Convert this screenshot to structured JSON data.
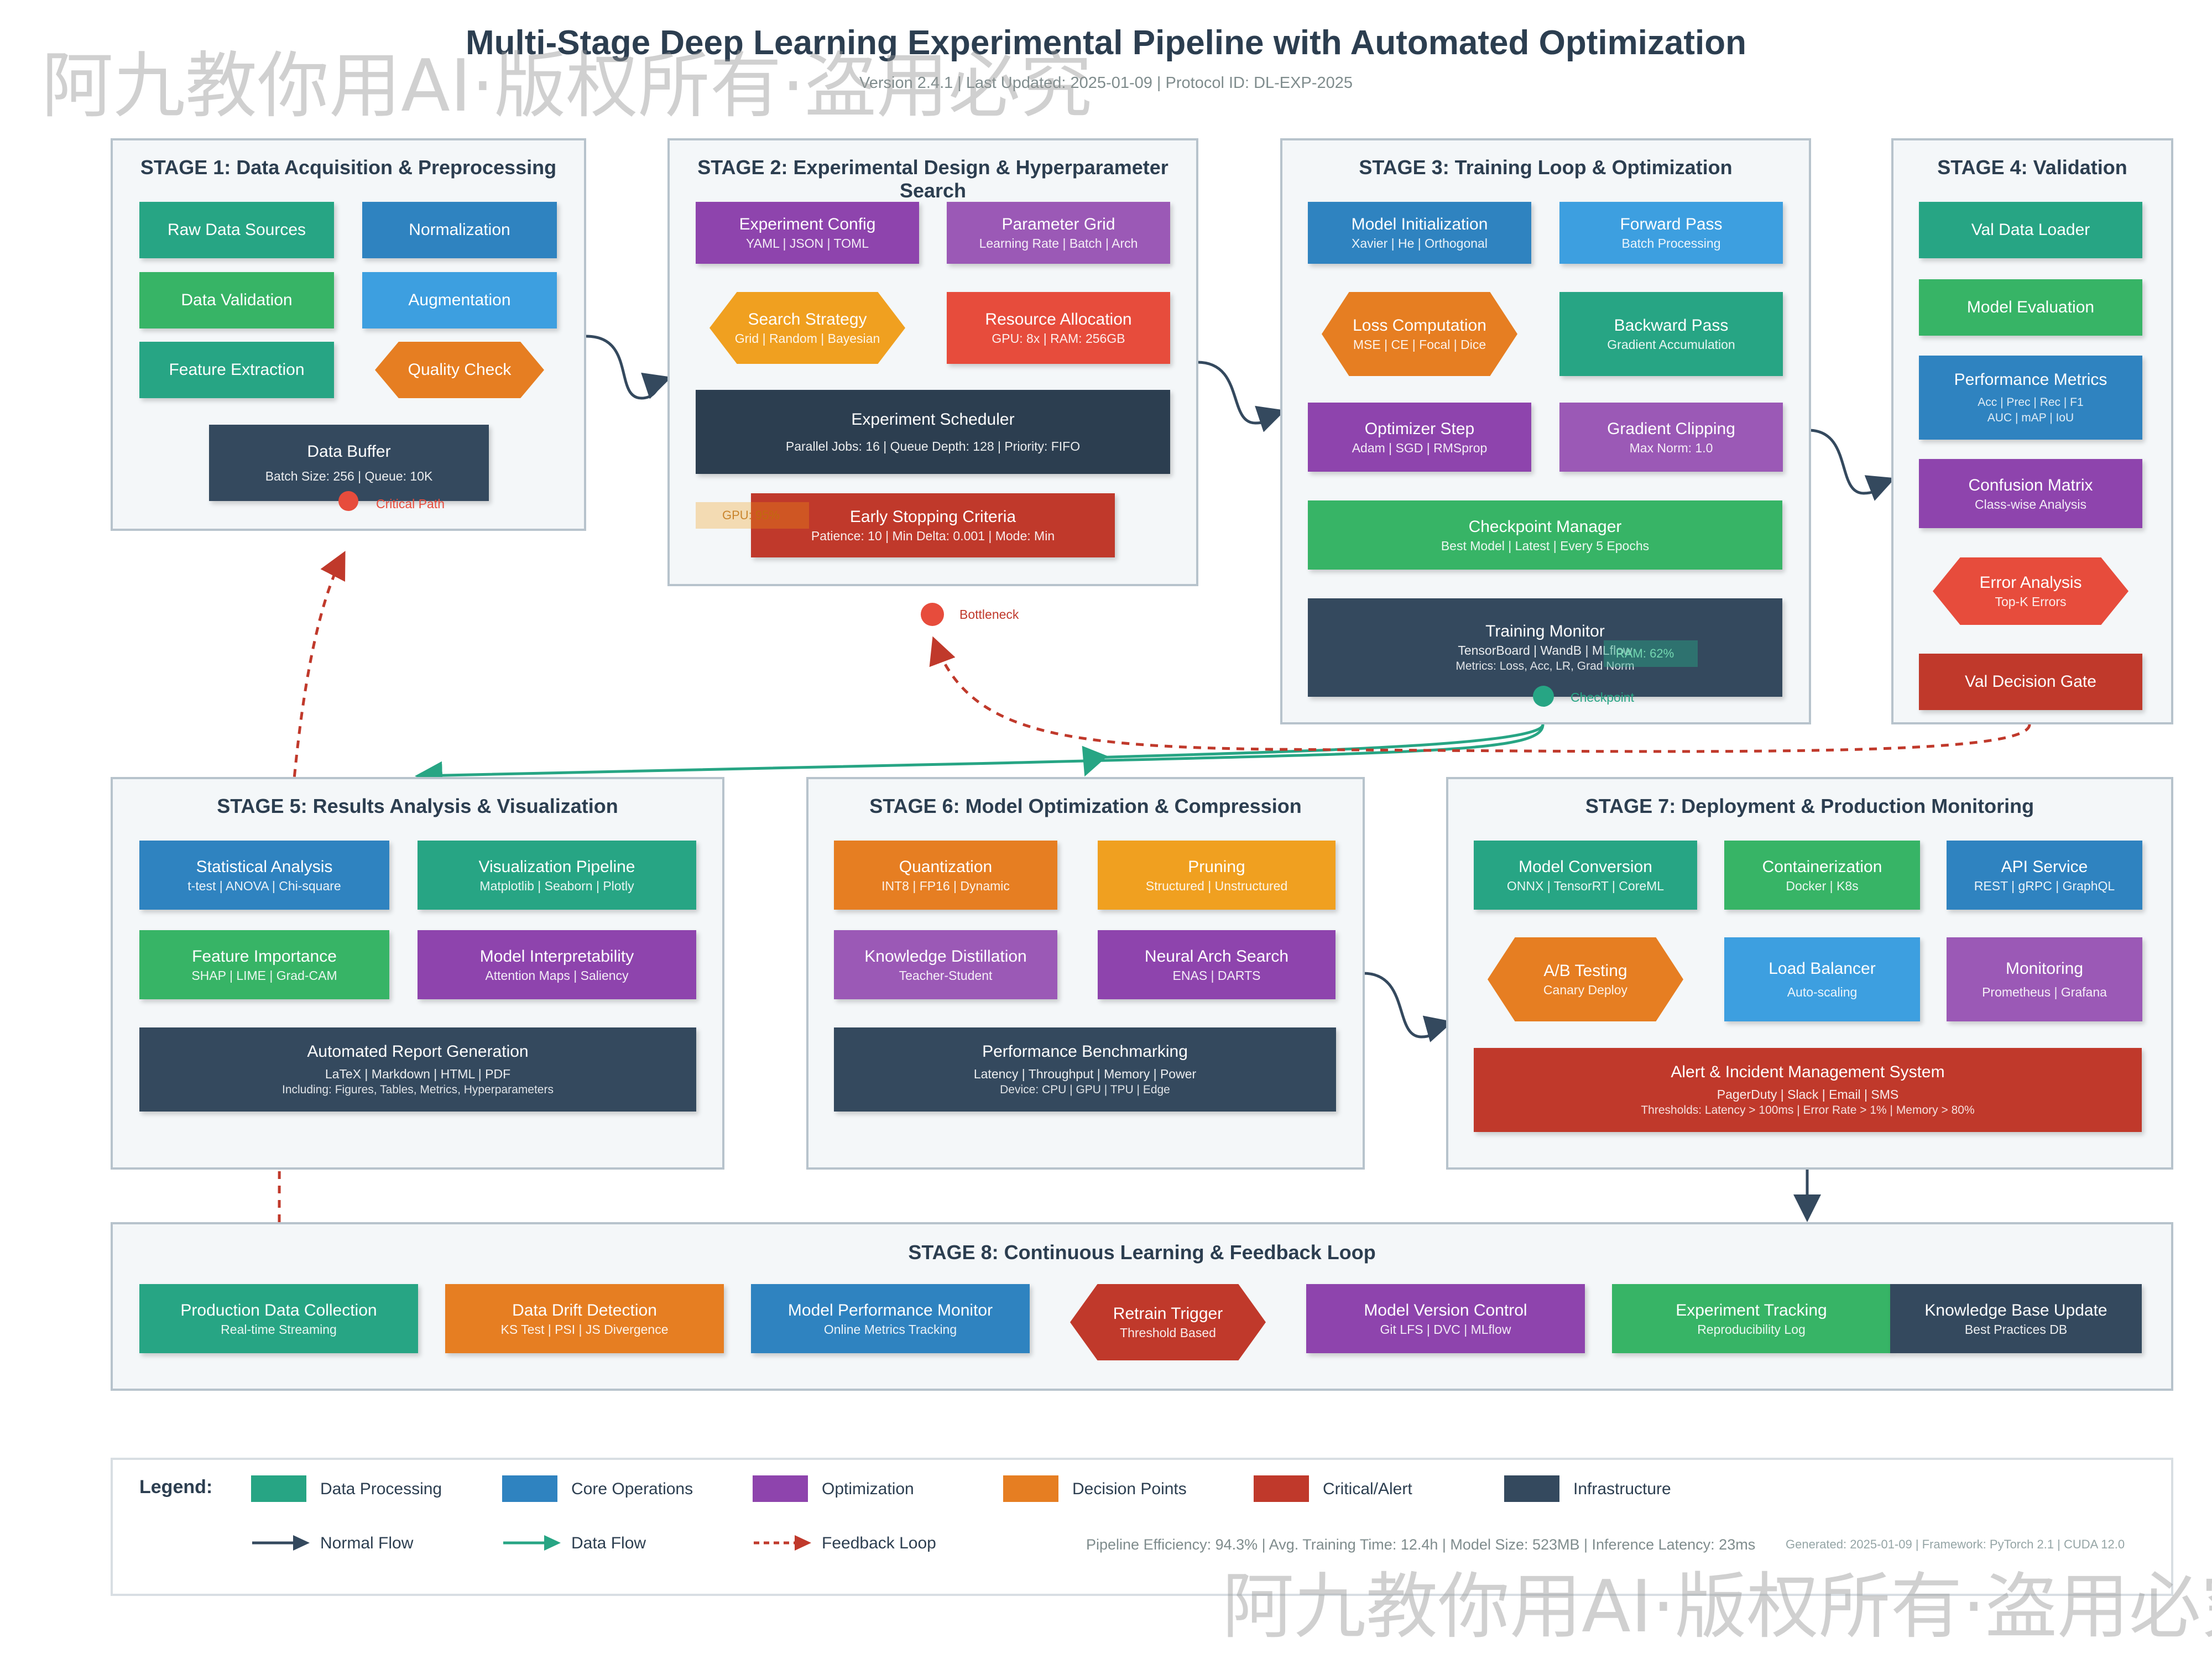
{
  "header": {
    "title": "Multi-Stage Deep Learning Experimental Pipeline with Automated Optimization",
    "subtitle": "Version 2.4.1 | Last Updated: 2025-01-09 | Protocol ID: DL-EXP-2025"
  },
  "watermark": "阿九教你用AI·版权所有·盗用必究",
  "stage1": {
    "title": "STAGE 1: Data Acquisition & Preprocessing",
    "raw": "Raw Data Sources",
    "norm": "Normalization",
    "valid": "Data Validation",
    "aug": "Augmentation",
    "feat": "Feature Extraction",
    "quality": "Quality Check",
    "buffer_t": "Data Buffer",
    "buffer_s": "Batch Size: 256 | Queue: 10K",
    "critical": "Critical Path"
  },
  "stage2": {
    "title": "STAGE 2: Experimental Design & Hyperparameter Search",
    "config_t": "Experiment Config",
    "config_s": "YAML | JSON | TOML",
    "grid_t": "Parameter Grid",
    "grid_s": "Learning Rate | Batch | Arch",
    "search_t": "Search Strategy",
    "search_s": "Grid | Random | Bayesian",
    "res_t": "Resource Allocation",
    "res_s": "GPU: 8x | RAM: 256GB",
    "sched_t": "Experiment Scheduler",
    "sched_s": "Parallel Jobs: 16 | Queue Depth: 128 | Priority: FIFO",
    "gpu": "GPU: 95%",
    "early_t": "Early Stopping Criteria",
    "early_s": "Patience: 10 | Min Delta: 0.001 | Mode: Min",
    "bottleneck": "Bottleneck"
  },
  "stage3": {
    "title": "STAGE 3: Training Loop & Optimization",
    "init_t": "Model Initialization",
    "init_s": "Xavier | He | Orthogonal",
    "fwd_t": "Forward Pass",
    "fwd_s": "Batch Processing",
    "loss_t": "Loss Computation",
    "loss_s": "MSE | CE | Focal | Dice",
    "bwd_t": "Backward Pass",
    "bwd_s": "Gradient Accumulation",
    "opt_t": "Optimizer Step",
    "opt_s": "Adam | SGD | RMSprop",
    "clip_t": "Gradient Clipping",
    "clip_s": "Max Norm: 1.0",
    "ckpt_t": "Checkpoint Manager",
    "ckpt_s": "Best Model | Latest | Every 5 Epochs",
    "mon_t": "Training Monitor",
    "mon_s": "TensorBoard | WandB | MLflow",
    "mon_s2": "Metrics: Loss, Acc, LR, Grad Norm",
    "ram": "RAM: 62%",
    "checkpoint": "Checkpoint"
  },
  "stage4": {
    "title": "STAGE 4: Validation",
    "loader": "Val Data Loader",
    "eval": "Model Evaluation",
    "perf_t": "Performance Metrics",
    "perf_s": "Acc | Prec | Rec | F1",
    "perf_s2": "AUC | mAP | IoU",
    "conf_t": "Confusion Matrix",
    "conf_s": "Class-wise Analysis",
    "err_t": "Error Analysis",
    "err_s": "Top-K Errors",
    "gate": "Val Decision Gate"
  },
  "stage5": {
    "title": "STAGE 5: Results Analysis & Visualization",
    "stat_t": "Statistical Analysis",
    "stat_s": "t-test | ANOVA | Chi-square",
    "vis_t": "Visualization Pipeline",
    "vis_s": "Matplotlib | Seaborn | Plotly",
    "fi_t": "Feature Importance",
    "fi_s": "SHAP | LIME | Grad-CAM",
    "interp_t": "Model Interpretability",
    "interp_s": "Attention Maps | Saliency",
    "rep_t": "Automated Report Generation",
    "rep_s": "LaTeX | Markdown | HTML | PDF",
    "rep_s2": "Including: Figures, Tables, Metrics, Hyperparameters"
  },
  "stage6": {
    "title": "STAGE 6: Model Optimization & Compression",
    "quant_t": "Quantization",
    "quant_s": "INT8 | FP16 | Dynamic",
    "prune_t": "Pruning",
    "prune_s": "Structured | Unstructured",
    "kd_t": "Knowledge Distillation",
    "kd_s": "Teacher-Student",
    "nas_t": "Neural Arch Search",
    "nas_s": "ENAS | DARTS",
    "bench_t": "Performance Benchmarking",
    "bench_s": "Latency | Throughput | Memory | Power",
    "bench_s2": "Device: CPU | GPU | TPU | Edge"
  },
  "stage7": {
    "title": "STAGE 7: Deployment & Production Monitoring",
    "conv_t": "Model Conversion",
    "conv_s": "ONNX | TensorRT | CoreML",
    "cont_t": "Containerization",
    "cont_s": "Docker | K8s",
    "api_t": "API Service",
    "api_s": "REST | gRPC | GraphQL",
    "ab_t": "A/B Testing",
    "ab_s": "Canary Deploy",
    "lb_t": "Load Balancer",
    "lb_s": "Auto-scaling",
    "mon_t": "Monitoring",
    "mon_s": "Prometheus | Grafana",
    "alert_t": "Alert & Incident Management System",
    "alert_s": "PagerDuty | Slack | Email | SMS",
    "alert_s2": "Thresholds: Latency > 100ms | Error Rate > 1% | Memory > 80%"
  },
  "stage8": {
    "title": "STAGE 8: Continuous Learning & Feedback Loop",
    "prod_t": "Production Data Collection",
    "prod_s": "Real-time Streaming",
    "drift_t": "Data Drift Detection",
    "drift_s": "KS Test | PSI | JS Divergence",
    "perf_t": "Model Performance Monitor",
    "perf_s": "Online Metrics Tracking",
    "retrain_t": "Retrain Trigger",
    "retrain_s": "Threshold Based",
    "ver_t": "Model Version Control",
    "ver_s": "Git LFS | DVC | MLflow",
    "exp_t": "Experiment Tracking",
    "exp_s": "Reproducibility Log",
    "kb_t": "Knowledge Base Update",
    "kb_s": "Best Practices DB"
  },
  "legend": {
    "title": "Legend:",
    "items": [
      "Data Processing",
      "Core Operations",
      "Optimization",
      "Decision Points",
      "Critical/Alert",
      "Infrastructure"
    ],
    "colors": [
      "#27a584",
      "#2f83c0",
      "#8e44ad",
      "#e67e22",
      "#c0392b",
      "#34495e"
    ],
    "flows": [
      "Normal Flow",
      "Data Flow",
      "Feedback Loop"
    ],
    "stats": "Pipeline Efficiency: 94.3% | Avg. Training Time: 12.4h | Model Size: 523MB | Inference Latency: 23ms",
    "generated": "Generated: 2025-01-09 | Framework: PyTorch 2.1 | CUDA 12.0"
  }
}
